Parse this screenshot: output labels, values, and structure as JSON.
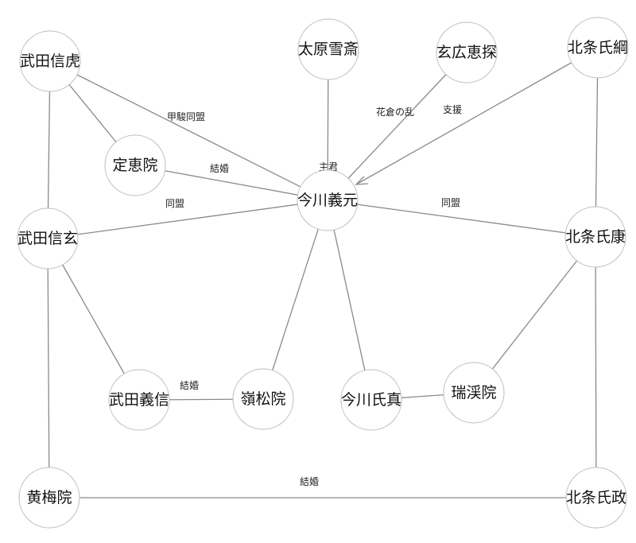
{
  "nodes": {
    "takeda_nobutora": "武田信虎",
    "taigen_sessai": "太原雪斎",
    "gengo_ekei": "玄広恵探",
    "hojo_ujitsuna": "北条氏綱",
    "jokeiin": "定恵院",
    "imagawa_yoshimoto": "今川義元",
    "takeda_shingen": "武田信玄",
    "hojo_ujiyasu": "北条氏康",
    "takeda_yoshinobu": "武田義信",
    "reishoin": "嶺松院",
    "imagawa_ujizane": "今川氏真",
    "zuikeiin": "瑞渓院",
    "obaiin": "黄梅院",
    "hojo_ujimasa": "北条氏政"
  },
  "edges": {
    "kosun_alliance": "甲駿同盟",
    "marriage_jokeiin": "結婚",
    "lord": "主君",
    "hanakura": "花倉の乱",
    "support": "支援",
    "alliance_shingen": "同盟",
    "alliance_ujiyasu": "同盟",
    "marriage_yoshinobu": "結婚",
    "marriage_obaiin": "結婚"
  }
}
